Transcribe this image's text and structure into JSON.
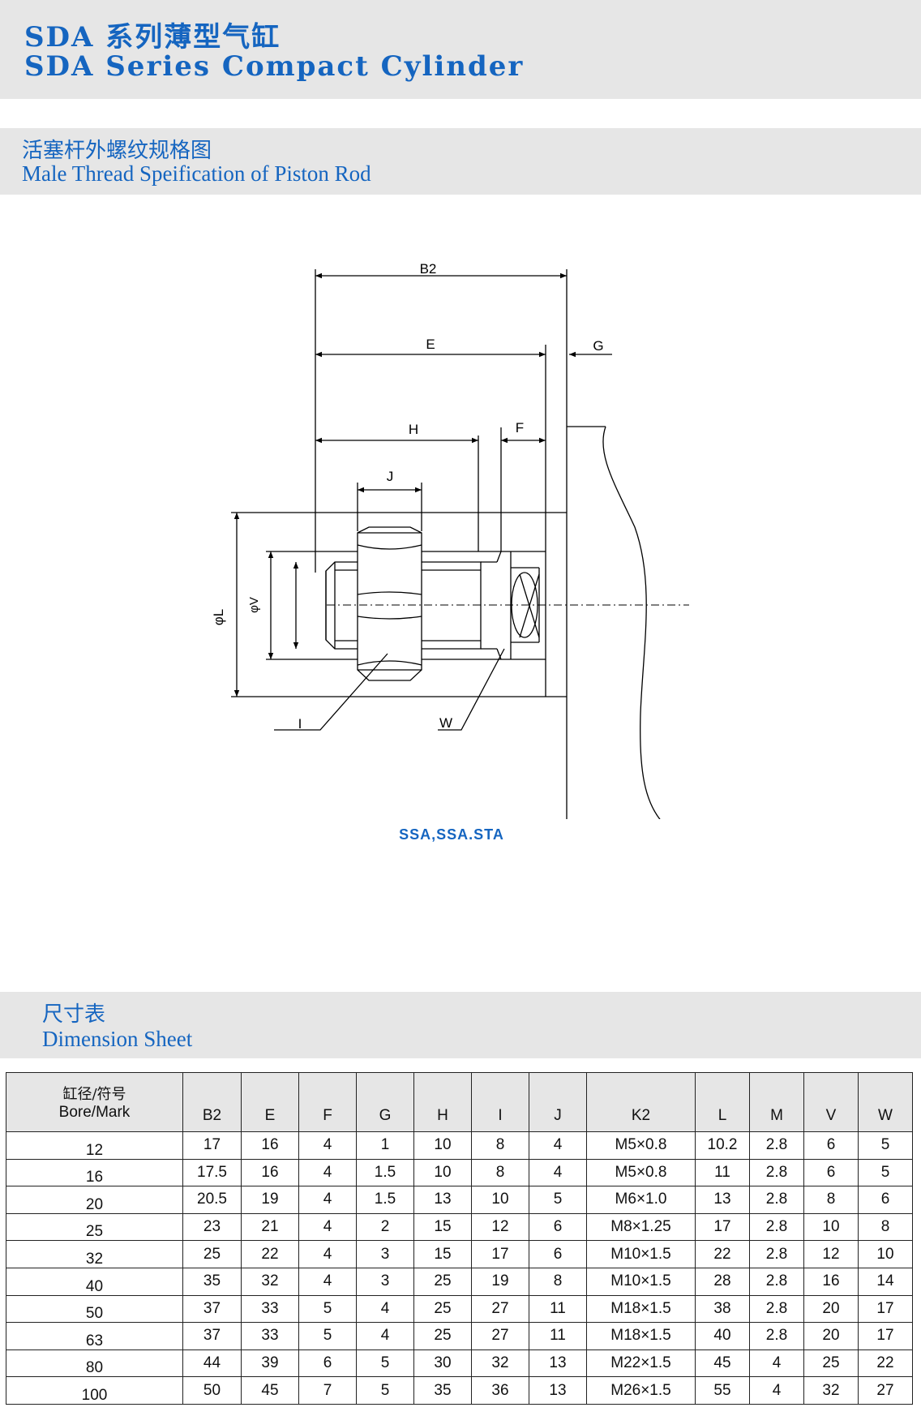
{
  "header": {
    "title_zh": "SDA 系列薄型气缸",
    "title_en": "SDA Series Compact Cylinder"
  },
  "section1": {
    "title_zh": "活塞杆外螺纹规格图",
    "title_en": "Male Thread Speification of Piston Rod"
  },
  "drawing": {
    "labels": {
      "b2": "B2",
      "e": "E",
      "g": "G",
      "h": "H",
      "f": "F",
      "j": "J",
      "phi_l": "φL",
      "phi_v": "φV",
      "i": "I",
      "w": "W"
    },
    "caption": "SSA,SSA.STA"
  },
  "section2": {
    "title_zh": "尺寸表",
    "title_en": "Dimension Sheet"
  },
  "table": {
    "bore_header_zh": "缸径/符号",
    "bore_header_en": "Bore/Mark",
    "columns": [
      "B2",
      "E",
      "F",
      "G",
      "H",
      "I",
      "J",
      "K2",
      "L",
      "M",
      "V",
      "W"
    ],
    "rows": [
      [
        "12",
        "17",
        "16",
        "4",
        "1",
        "10",
        "8",
        "4",
        "M5×0.8",
        "10.2",
        "2.8",
        "6",
        "5"
      ],
      [
        "16",
        "17.5",
        "16",
        "4",
        "1.5",
        "10",
        "8",
        "4",
        "M5×0.8",
        "11",
        "2.8",
        "6",
        "5"
      ],
      [
        "20",
        "20.5",
        "19",
        "4",
        "1.5",
        "13",
        "10",
        "5",
        "M6×1.0",
        "13",
        "2.8",
        "8",
        "6"
      ],
      [
        "25",
        "23",
        "21",
        "4",
        "2",
        "15",
        "12",
        "6",
        "M8×1.25",
        "17",
        "2.8",
        "10",
        "8"
      ],
      [
        "32",
        "25",
        "22",
        "4",
        "3",
        "15",
        "17",
        "6",
        "M10×1.5",
        "22",
        "2.8",
        "12",
        "10"
      ],
      [
        "40",
        "35",
        "32",
        "4",
        "3",
        "25",
        "19",
        "8",
        "M10×1.5",
        "28",
        "2.8",
        "16",
        "14"
      ],
      [
        "50",
        "37",
        "33",
        "5",
        "4",
        "25",
        "27",
        "11",
        "M18×1.5",
        "38",
        "2.8",
        "20",
        "17"
      ],
      [
        "63",
        "37",
        "33",
        "5",
        "4",
        "25",
        "27",
        "11",
        "M18×1.5",
        "40",
        "2.8",
        "20",
        "17"
      ],
      [
        "80",
        "44",
        "39",
        "6",
        "5",
        "30",
        "32",
        "13",
        "M22×1.5",
        "45",
        "4",
        "25",
        "22"
      ],
      [
        "100",
        "50",
        "45",
        "7",
        "5",
        "35",
        "36",
        "13",
        "M26×1.5",
        "55",
        "4",
        "32",
        "27"
      ]
    ]
  }
}
